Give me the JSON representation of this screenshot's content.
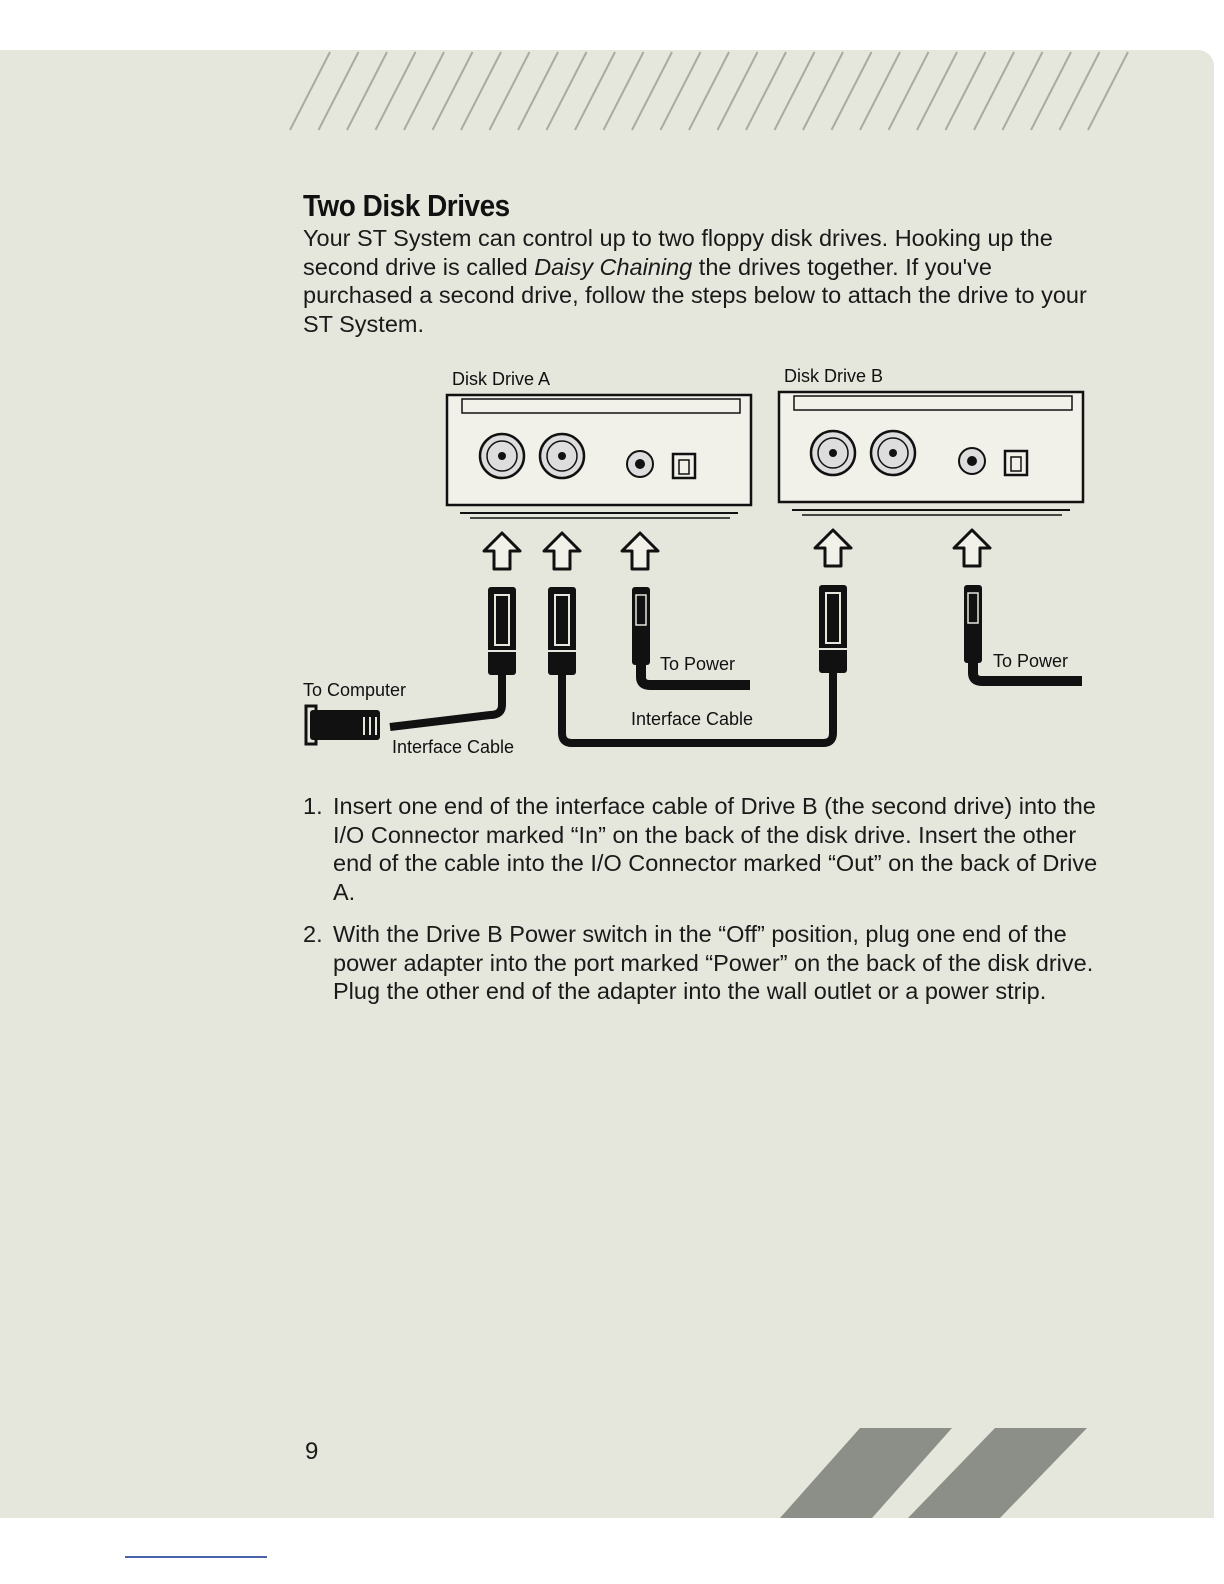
{
  "document": {
    "title": "Two Disk Drives",
    "intro": {
      "before_italic": "Your ST System can control up to two floppy disk drives. Hooking up the second drive is called ",
      "italic": "Daisy Chaining",
      "after_italic": " the drives together. If you've purchased a second drive, follow the steps below to attach the drive to your ST System."
    },
    "diagram": {
      "drive_a_label": "Disk Drive A",
      "drive_b_label": "Disk Drive B",
      "to_computer": "To Computer",
      "to_power_a": "To Power",
      "to_power_b": "To Power",
      "interface_cable_a": "Interface Cable",
      "interface_cable_b": "Interface Cable"
    },
    "steps": [
      {
        "num": "1.",
        "text": "Insert one end of the interface cable of Drive B (the second drive) into the I/O Connector marked “In” on the back of the disk drive. Insert the other end of the cable into the I/O Connector marked “Out” on the back of Drive A."
      },
      {
        "num": "2.",
        "text": "With the Drive B Power switch in the “Off” position, plug one end of the power adapter into the port marked “Power” on the back of the disk drive. Plug the other end of the adapter into the wall outlet or a power strip."
      }
    ],
    "page_number": "9"
  },
  "colors": {
    "paper": "#e5e6dc",
    "ink": "#111111",
    "stripe": "#a9aba2"
  }
}
